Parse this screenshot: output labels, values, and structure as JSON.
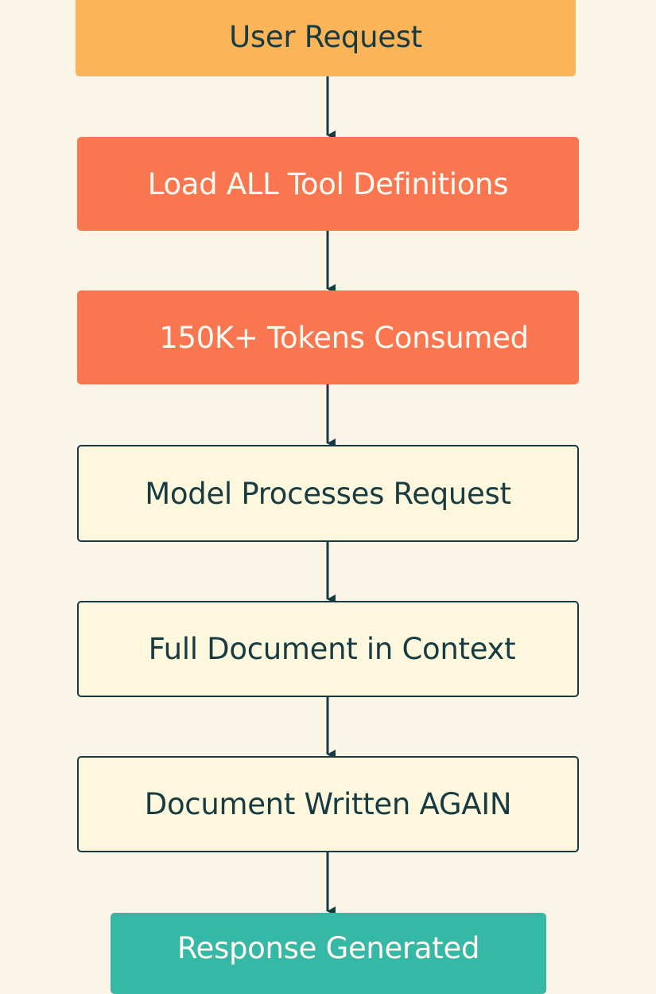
{
  "diagram": {
    "nodes": [
      {
        "id": "user-request",
        "label": "User Request",
        "style": "orange-fill",
        "color": "#fbb457"
      },
      {
        "id": "load-tool-definitions",
        "label": "Load ALL Tool Definitions",
        "style": "red-fill",
        "color": "#fa7650"
      },
      {
        "id": "tokens-consumed",
        "label": "150K+ Tokens Consumed",
        "style": "red-fill",
        "color": "#fa7650"
      },
      {
        "id": "model-processes-request",
        "label": "Model Processes Request",
        "style": "outline",
        "color": "#fdf8dd"
      },
      {
        "id": "full-document-in-context",
        "label": "Full Document in Context",
        "style": "outline",
        "color": "#fdf8dd"
      },
      {
        "id": "document-written-again",
        "label": "Document Written AGAIN",
        "style": "outline",
        "color": "#fdf8dd"
      },
      {
        "id": "response-generated",
        "label": "Response Generated",
        "style": "teal-fill",
        "color": "#35b8a6"
      }
    ],
    "edges": [
      {
        "from": "user-request",
        "to": "load-tool-definitions"
      },
      {
        "from": "load-tool-definitions",
        "to": "tokens-consumed"
      },
      {
        "from": "tokens-consumed",
        "to": "model-processes-request"
      },
      {
        "from": "model-processes-request",
        "to": "full-document-in-context"
      },
      {
        "from": "full-document-in-context",
        "to": "document-written-again"
      },
      {
        "from": "document-written-again",
        "to": "response-generated"
      }
    ],
    "colors": {
      "background": "#fbf5e8",
      "ink": "#173b40"
    }
  }
}
